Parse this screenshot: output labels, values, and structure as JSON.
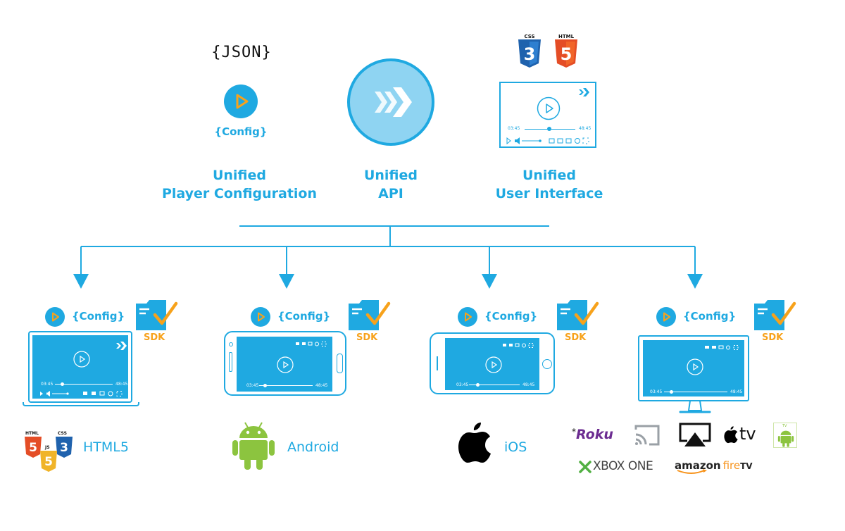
{
  "top": {
    "json_logo": "{JSON}",
    "config_label": "{Config}",
    "col1_line1": "Unified",
    "col1_line2": "Player Configuration",
    "col2_line1": "Unified",
    "col2_line2": "API",
    "col3_line1": "Unified",
    "col3_line2": "User Interface",
    "css_badge": "CSS",
    "html_badge": "HTML",
    "ui_time_start": "03:45",
    "ui_time_end": "48:45"
  },
  "devices": {
    "config_label": "{Config}",
    "sdk_label": "SDK",
    "time_start": "03:45",
    "time_end": "48:45"
  },
  "platforms": {
    "html5": "HTML5",
    "android": "Android",
    "ios": "iOS",
    "html_badge": "HTML",
    "css_badge": "CSS",
    "js_badge": "JS",
    "roku": "Roku",
    "roku_mark": "*",
    "tv": "tv",
    "tv_badge": "TV",
    "xbox": "XBOX ONE",
    "amazon": "amazon",
    "fire": "fire",
    "fire_tv": "TV"
  },
  "colors": {
    "brand_blue": "#1fa9e1",
    "sdk_orange": "#f7a21b",
    "android_green": "#8cc43f",
    "html5_orange": "#e44d26",
    "css3_blue": "#1f62ad",
    "roku_purple": "#6c2c91",
    "xbox_green": "#52b043"
  }
}
